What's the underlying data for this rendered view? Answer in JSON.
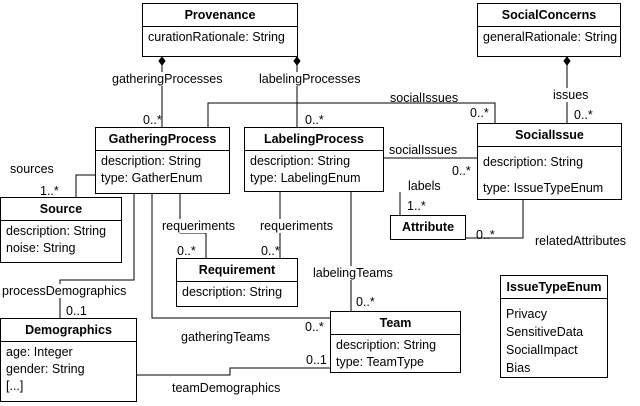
{
  "classes": {
    "provenance": {
      "name": "Provenance",
      "attributes": [
        "curationRationale: String"
      ]
    },
    "social_concerns": {
      "name": "SocialConcerns",
      "attributes": [
        "generalRationale: String"
      ]
    },
    "gathering_process": {
      "name": "GatheringProcess",
      "attributes": [
        "description: String",
        "type: GatherEnum"
      ]
    },
    "labeling_process": {
      "name": "LabelingProcess",
      "attributes": [
        "description: String",
        "type: LabelingEnum"
      ]
    },
    "social_issue": {
      "name": "SocialIssue",
      "attributes": [
        "description: String",
        "type: IssueTypeEnum"
      ]
    },
    "source": {
      "name": "Source",
      "attributes": [
        "description: String",
        "noise: String"
      ]
    },
    "attribute": {
      "name": "Attribute",
      "attributes": []
    },
    "requirement": {
      "name": "Requirement",
      "attributes": [
        "description: String"
      ]
    },
    "demographics": {
      "name": "Demographics",
      "attributes": [
        "age: Integer",
        "gender: String",
        "[...]"
      ]
    },
    "team": {
      "name": "Team",
      "attributes": [
        "description: String",
        "type: TeamType"
      ]
    },
    "issue_type_enum": {
      "name": "IssueTypeEnum",
      "attributes": [
        "Privacy",
        "SensitiveData",
        "SocialImpact",
        "Bias"
      ]
    }
  },
  "associations": {
    "gathering_processes": {
      "role": "gatheringProcesses",
      "multiplicity": "0..*"
    },
    "labeling_processes": {
      "role": "labelingProcesses",
      "multiplicity": "0..*"
    },
    "issues": {
      "role": "issues",
      "multiplicity": "0..*"
    },
    "social_issues_gathering": {
      "role": "socialIssues",
      "multiplicity": "0..*"
    },
    "social_issues_labeling": {
      "role": "socialIssues",
      "multiplicity": "0..*"
    },
    "sources": {
      "role": "sources",
      "multiplicity": "1..*"
    },
    "labels": {
      "role": "labels",
      "multiplicity": "1..*"
    },
    "related_attributes": {
      "role": "relatedAttributes",
      "multiplicity": "0..*"
    },
    "requirements_gathering": {
      "role": "requeriments",
      "multiplicity": "0..*"
    },
    "requirements_labeling": {
      "role": "requeriments",
      "multiplicity": "0..*"
    },
    "labeling_teams": {
      "role": "labelingTeams",
      "multiplicity": "0..*"
    },
    "process_demographics": {
      "role": "processDemographics",
      "multiplicity": "0..1"
    },
    "gathering_teams": {
      "role": "gatheringTeams",
      "multiplicity": "0..*"
    },
    "team_demographics": {
      "role": "teamDemographics",
      "multiplicity": "0..1"
    }
  }
}
